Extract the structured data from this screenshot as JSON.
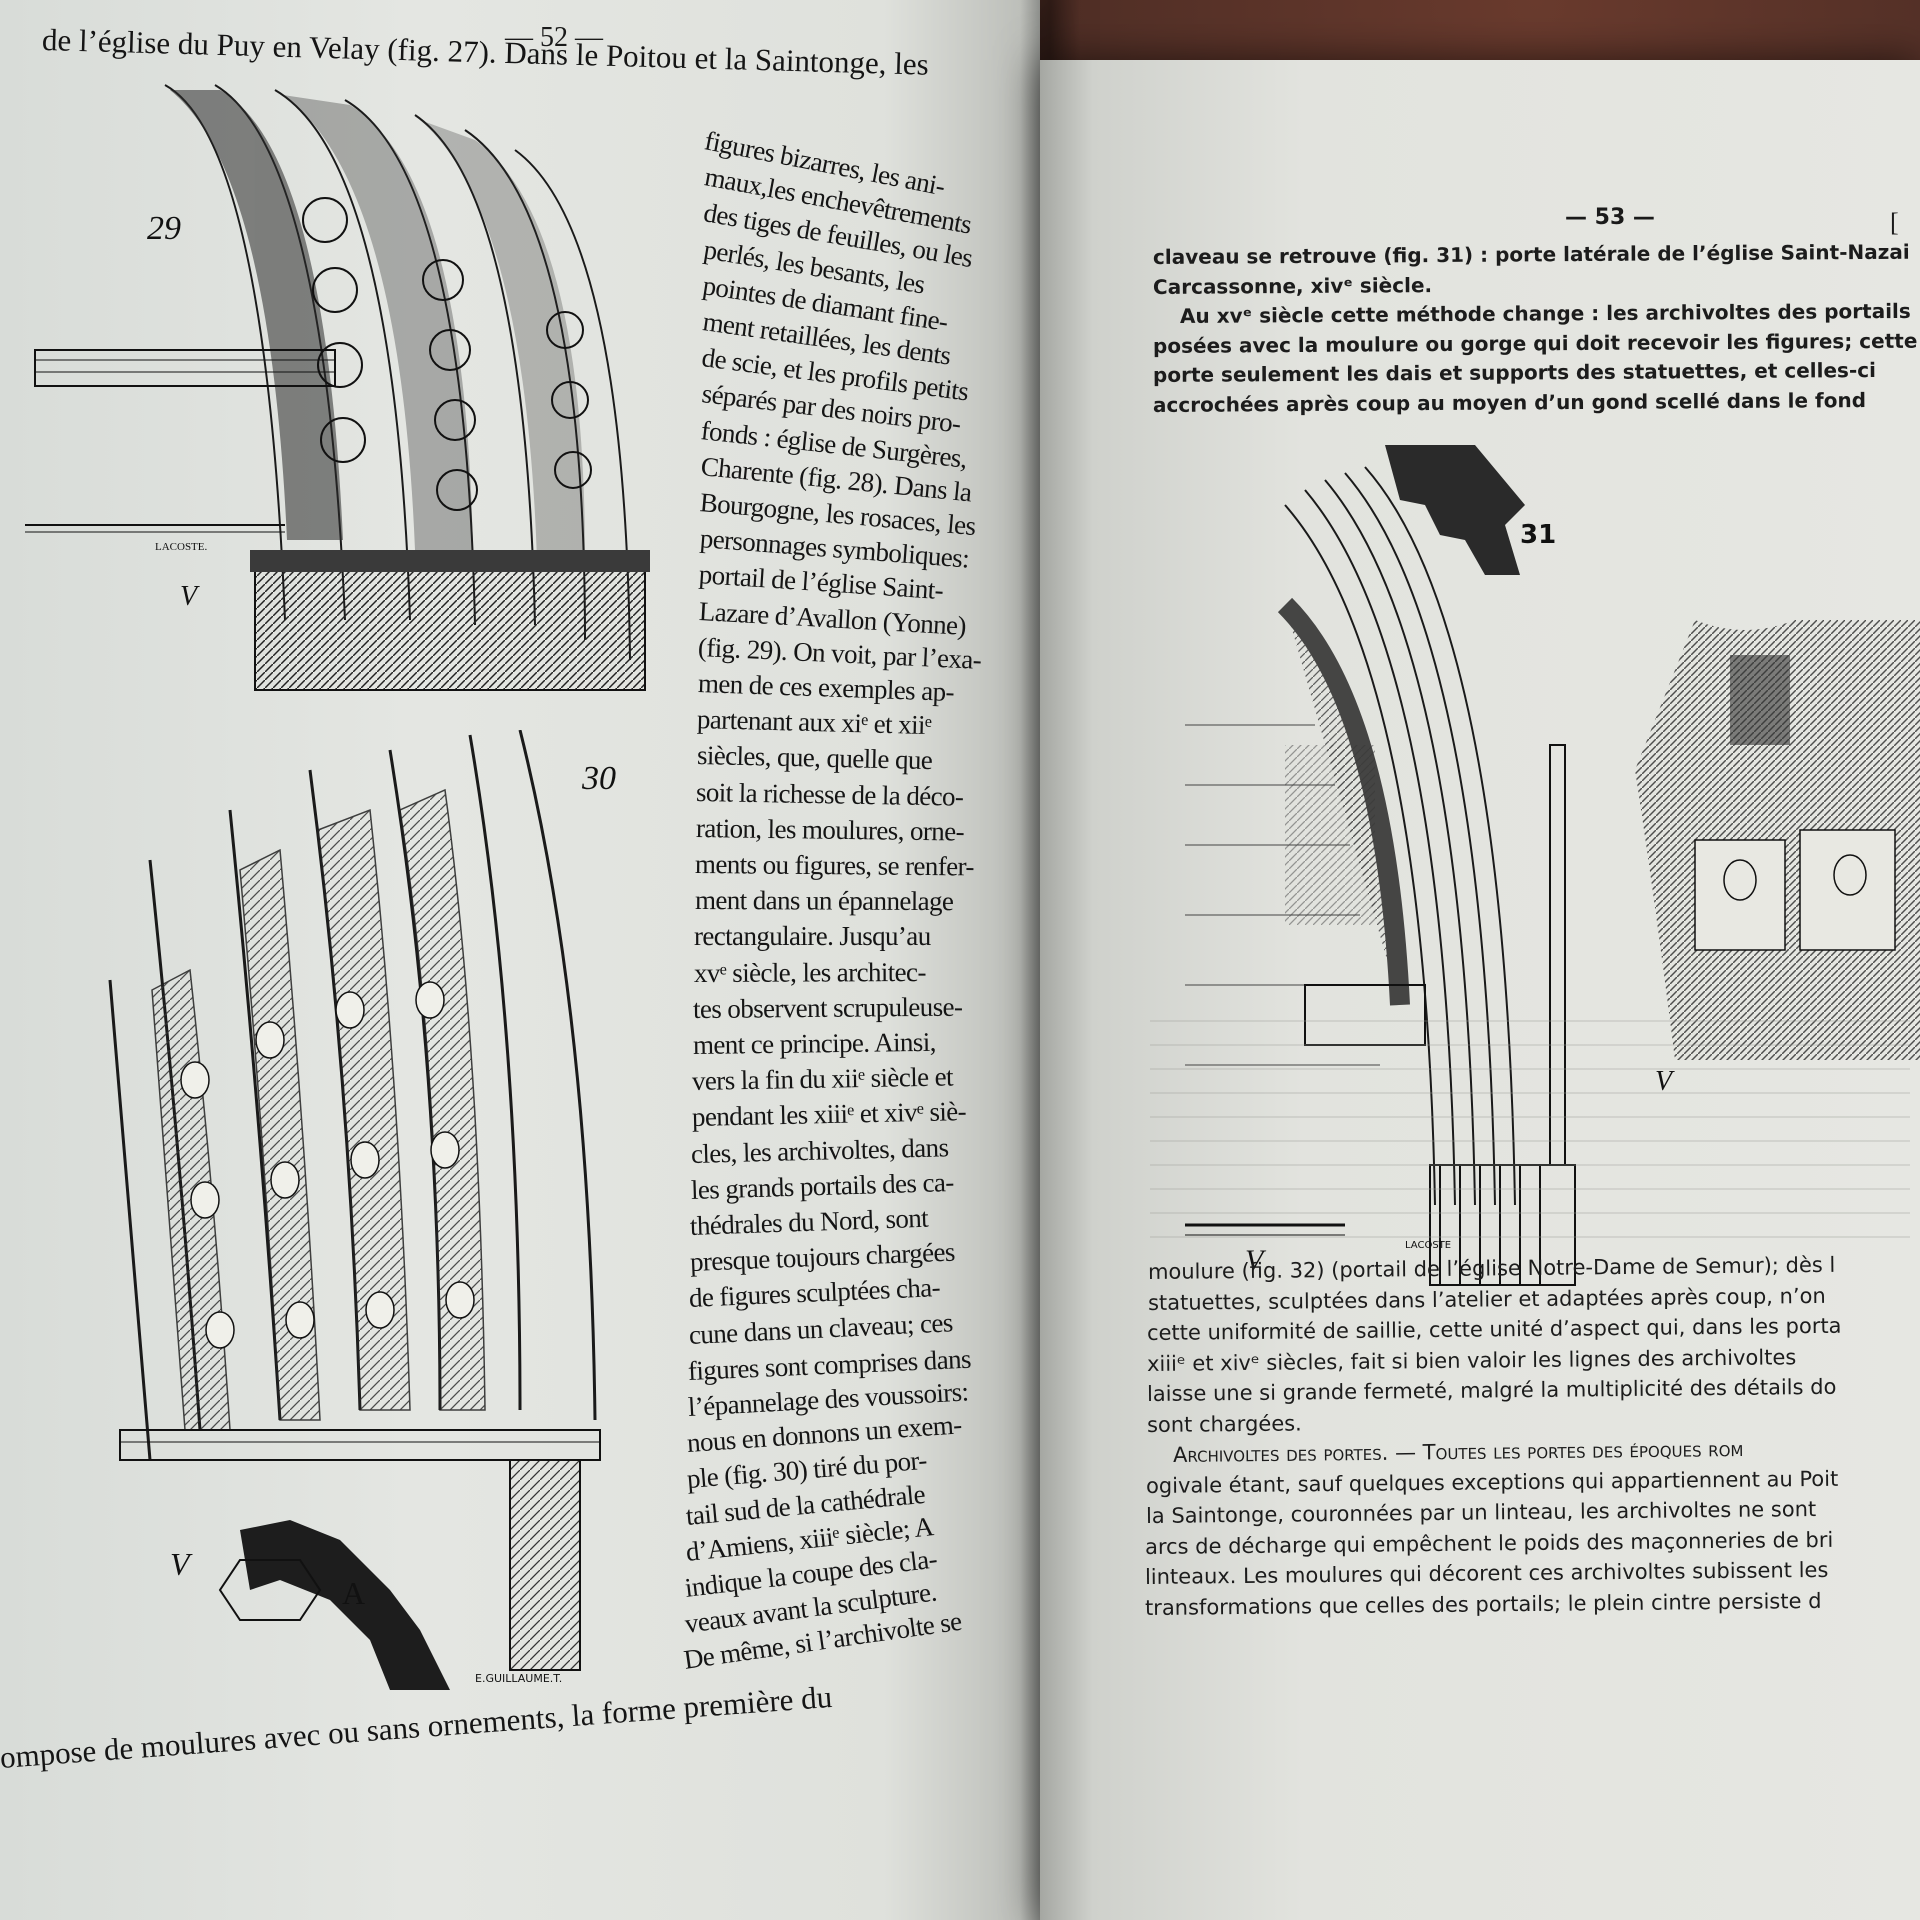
{
  "left_page": {
    "page_number": "— 52 —",
    "header_line": "de l’église du Puy en Velay (fig. 27). Dans le Poitou et la Saintonge, les",
    "column_lines": [
      "figures bizarres, les ani-",
      "maux,les enchevêtrements",
      "des tiges de feuilles, ou les",
      "perlés, les besants, les",
      "pointes de diamant fine-",
      "ment retaillées, les dents",
      "de scie, et les profils petits",
      "séparés par des noirs pro-",
      "fonds : église de Surgères,",
      "Charente (fig. 28). Dans la",
      "Bourgogne, les rosaces, les",
      "personnages symboliques:",
      "portail de l’église Saint-",
      "Lazare d’Avallon (Yonne)",
      "(fig. 29). On voit, par l’exa-",
      "men de ces exemples ap-",
      "partenant aux xiᵉ et xiiᵉ",
      "siècles, que, quelle que",
      "soit la richesse de la déco-",
      "ration, les moulures, orne-",
      "ments ou figures, se renfer-",
      "ment dans un épannelage",
      "rectangulaire. Jusqu’au",
      "xvᵉ siècle, les architec-",
      "tes observent scrupuleuse-",
      "ment ce principe. Ainsi,",
      "vers la fin du xiiᵉ siècle et",
      "pendant les xiiiᵉ et xivᵉ siè-",
      "cles, les archivoltes, dans",
      "les grands portails des ca-",
      "thédrales du Nord, sont",
      "presque toujours chargées",
      "de figures sculptées cha-",
      "cune dans un claveau; ces",
      "figures sont comprises dans",
      "l’épannelage des voussoirs:",
      "nous en donnons un exem-",
      "ple (fig. 30) tiré du por-",
      "tail sud de la cathédrale",
      "d’Amiens, xiiiᵉ siècle; A",
      "indique la coupe des cla-",
      "veaux avant la sculpture.",
      "De même, si l’archivolte se"
    ],
    "footer_line": "ompose de moulures avec ou sans ornements, la forme première du",
    "fig29_label": "29",
    "fig30_label": "30",
    "fig30_section_label": "A",
    "engraver_29": "LACOSTE.",
    "engraver_30": "E.GUILLAUME.T."
  },
  "right_page": {
    "page_number": "— 53 —",
    "bracket": "[",
    "top_lines": [
      "claveau se retrouve (fig. 31) : porte latérale de l’église Saint-Nazai",
      "Carcassonne, xivᵉ siècle.",
      "Au xvᵉ siècle cette méthode change : les archivoltes des portails",
      "posées avec la moulure ou gorge qui doit recevoir les figures; cette",
      "porte seulement les dais et supports des statuettes, et celles-ci",
      "accrochées après coup au moyen d’un gond scellé dans le fond"
    ],
    "fig31_label": "31",
    "engraver_31": "LACOSTE",
    "bottom_lines": [
      "moulure (fig. 32) (portail de l’église Notre-Dame de Semur); dès l",
      "statuettes, sculptées dans l’atelier et adaptées après coup, n’on",
      "cette uniformité de saillie, cette unité d’aspect qui, dans les porta",
      "xiiiᵉ et xivᵉ siècles, fait si bien valoir les lignes des archivoltes",
      "laisse une si grande fermeté, malgré la multiplicité des détails do",
      "sont chargées.",
      "Archivoltes des portes. — Toutes les portes des époques rom",
      "ogivale étant, sauf quelques exceptions qui appartiennent au Poit",
      "la Saintonge, couronnées par un linteau, les archivoltes ne sont",
      "arcs de décharge qui empêchent le poids des maçonneries de bri",
      "linteaux. Les moulures qui décorent ces archivoltes subissent les",
      "transformations que celles des portails; le plein cintre persiste d"
    ]
  }
}
